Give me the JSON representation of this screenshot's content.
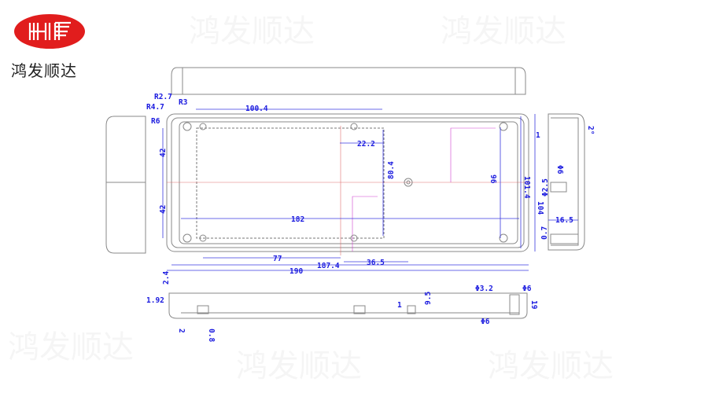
{
  "brand": {
    "logo_letters": "HF",
    "name": "鸿发顺达",
    "color": "#e11d1d"
  },
  "watermark": "鸿发顺达",
  "dimensions": {
    "plan": [
      "100.4",
      "R2.7",
      "R3",
      "R4.7",
      "R6",
      "42",
      "42",
      "22.2",
      "80.4",
      "182",
      "96",
      "101.4",
      "104",
      "77",
      "187.4",
      "36.5",
      "190"
    ],
    "side": [
      "1",
      "Φ6",
      "Φ2.5",
      "16.5",
      "0.7",
      "2°"
    ],
    "section": [
      "2.4",
      "1.92",
      "2",
      "0.8",
      "1",
      "9.5",
      "Φ3.2",
      "Φ6",
      "Φ6",
      "19"
    ]
  },
  "colors": {
    "dimension": "#1a1adf",
    "outline": "#888888",
    "centerline": "#e07070",
    "logo": "#e11d1d"
  }
}
